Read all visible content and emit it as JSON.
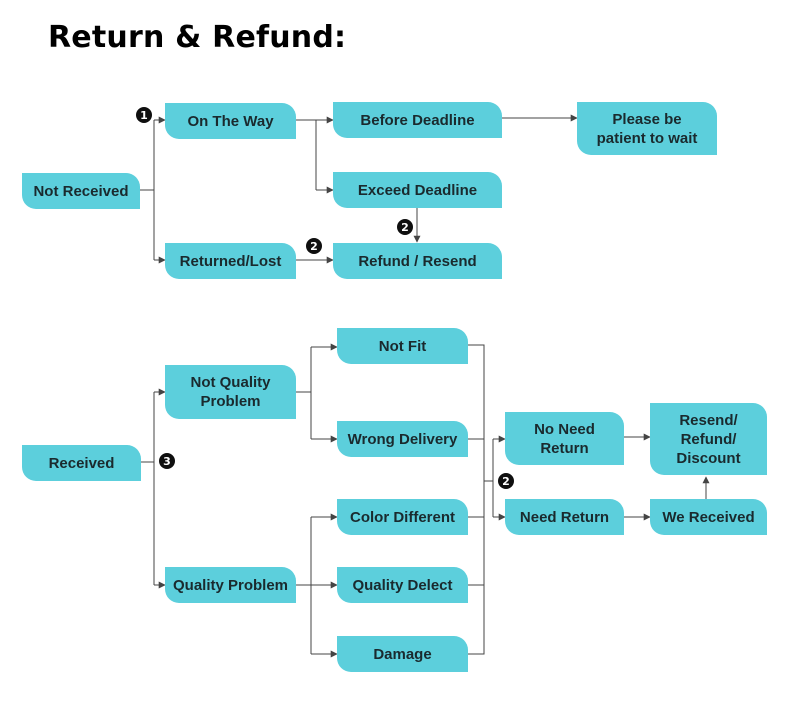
{
  "title": "Return & Refund:",
  "colors": {
    "node_fill": "#5ccfdc",
    "line": "#444444",
    "text": "#1a2a2e"
  },
  "nodes": {
    "not_received": "Not Received",
    "on_the_way": "On The Way",
    "before_deadline": "Before Deadline",
    "please_wait": "Please be\npatient to wait",
    "exceed_deadline": "Exceed Deadline",
    "returned_lost": "Returned/Lost",
    "refund_resend": "Refund / Resend",
    "received": "Received",
    "not_quality_problem": "Not Quality\nProblem",
    "quality_problem": "Quality Problem",
    "not_fit": "Not Fit",
    "wrong_delivery": "Wrong Delivery",
    "color_different": "Color Different",
    "quality_defect": "Quality Delect",
    "damage": "Damage",
    "no_need_return": "No Need\nReturn",
    "need_return": "Need Return",
    "we_received": "We Received",
    "resend_refund_discount": "Resend/\nRefund/\nDiscount"
  },
  "badges": {
    "on_the_way_step": "1",
    "exceed_deadline_step": "2",
    "returned_lost_step": "2",
    "received_step": "3",
    "return_decision_step": "2"
  }
}
